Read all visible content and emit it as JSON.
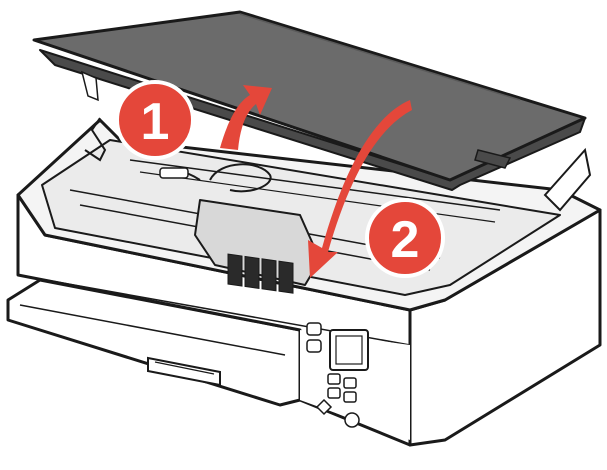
{
  "illustration": {
    "subject": "printer-with-scanner-unit-lid-open",
    "colors": {
      "outline": "#1a1a1a",
      "body": "#ffffff",
      "lid": "#6b6b6b",
      "lid_dark": "#4a4a4a",
      "interior": "#e8e8e8",
      "cartridge": "#2a2a2a",
      "arrow": "#e4473a",
      "badge": "#e4473a",
      "badge_text": "#ffffff"
    }
  },
  "steps": [
    {
      "number": "1",
      "direction": "up"
    },
    {
      "number": "2",
      "direction": "down"
    }
  ],
  "control_panel": {
    "icons": [
      "screen-icon",
      "button-icon",
      "diamond-icon",
      "circle-icon"
    ]
  }
}
